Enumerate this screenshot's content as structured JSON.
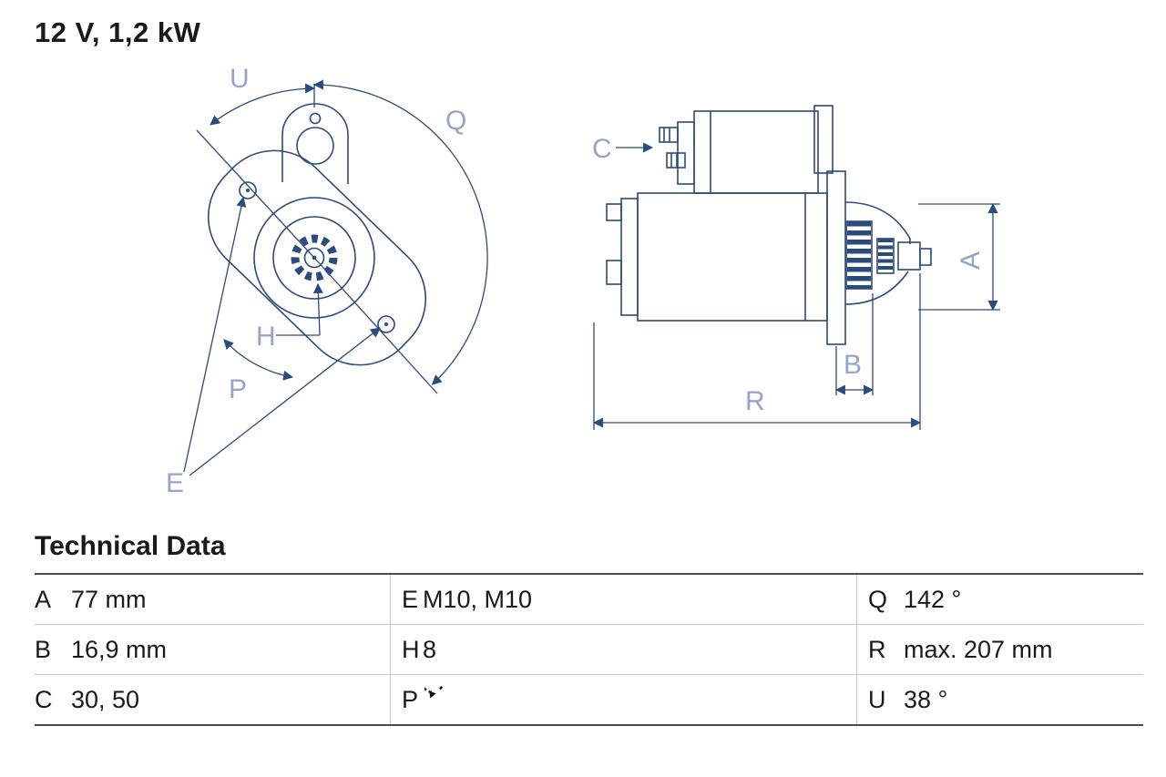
{
  "title": "12 V, 1,2 kW",
  "technical_data": {
    "heading": "Technical Data",
    "rows": [
      [
        {
          "key": "A",
          "value": "77 mm"
        },
        {
          "key": "E",
          "value": "M10, M10"
        },
        {
          "key": "Q",
          "value": "142 °"
        }
      ],
      [
        {
          "key": "B",
          "value": "16,9 mm"
        },
        {
          "key": "H",
          "value": "8"
        },
        {
          "key": "R",
          "value": "max. 207 mm"
        }
      ],
      [
        {
          "key": "C",
          "value": "30, 50"
        },
        {
          "key": "P",
          "value": ""
        },
        {
          "key": "U",
          "value": "38 °"
        }
      ]
    ],
    "p_icon": "rotation-direction-icon"
  },
  "diagram": {
    "labels": {
      "U": "U",
      "Q": "Q",
      "H": "H",
      "P": "P",
      "E": "E",
      "C": "C",
      "A": "A",
      "B": "B",
      "R": "R"
    }
  },
  "colors": {
    "drawing_line": "#2b4a7d",
    "dimension_label": "#94a5c9",
    "text": "#1a1a1a",
    "table_border": "#4a4a4a",
    "table_grid": "#c9c9c9"
  }
}
